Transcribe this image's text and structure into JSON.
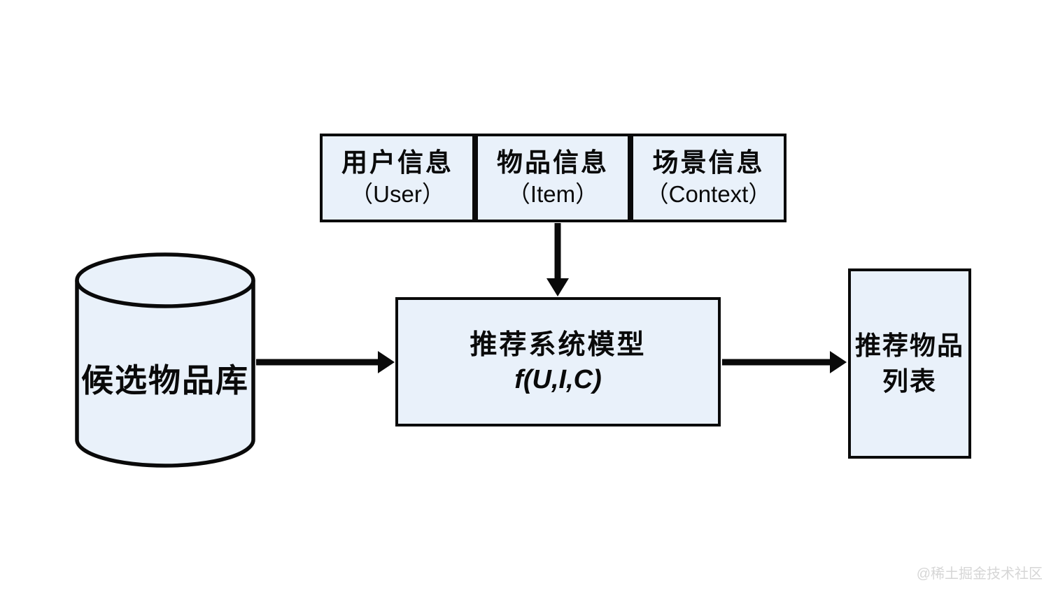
{
  "diagram": {
    "inputs": [
      {
        "label_cn": "用户信息",
        "label_en": "（User）"
      },
      {
        "label_cn": "物品信息",
        "label_en": "（Item）"
      },
      {
        "label_cn": "场景信息",
        "label_en": "（Context）"
      }
    ],
    "candidate_db": {
      "label": "候选物品库"
    },
    "model": {
      "title": "推荐系统模型",
      "formula": "f(U,I,C)"
    },
    "output": {
      "label_line1": "推荐物品",
      "label_line2": "列表"
    },
    "colors": {
      "node_fill": "#e9f1fa",
      "node_border": "#0a0a0a",
      "arrow": "#0a0a0a",
      "watermark": "#d6d6d6"
    }
  },
  "watermark": "@稀土掘金技术社区"
}
